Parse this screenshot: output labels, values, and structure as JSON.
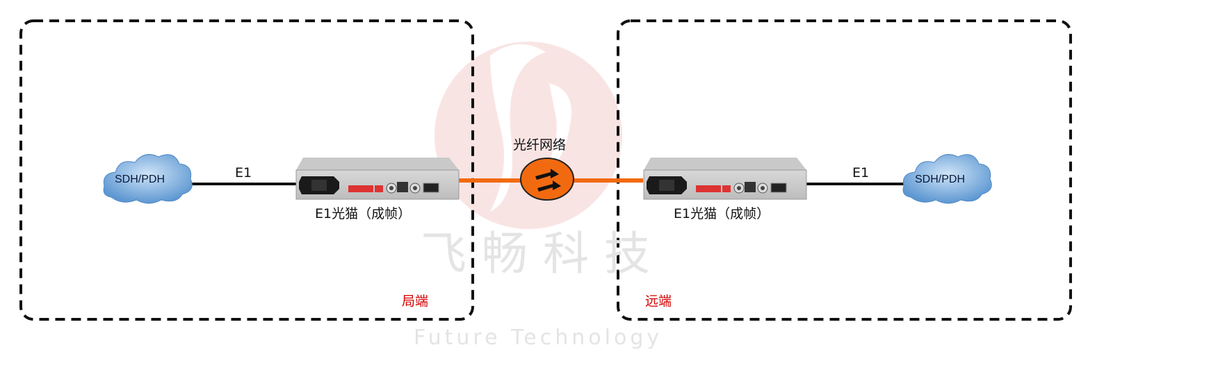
{
  "watermark": {
    "brand_cn": "飞畅科技",
    "brand_en": "Future Technology"
  },
  "network_label": "光纤网络",
  "left": {
    "cloud": "SDH/PDH",
    "link": "E1",
    "device": "E1光猫（成帧）",
    "site": "局端"
  },
  "right": {
    "cloud": "SDH/PDH",
    "link": "E1",
    "device": "E1光猫（成帧）",
    "site": "远端"
  },
  "colors": {
    "fiber": "#f26a10",
    "site_label": "#d40000",
    "cloud": "#7fb2e0",
    "boundary": "#111111"
  }
}
